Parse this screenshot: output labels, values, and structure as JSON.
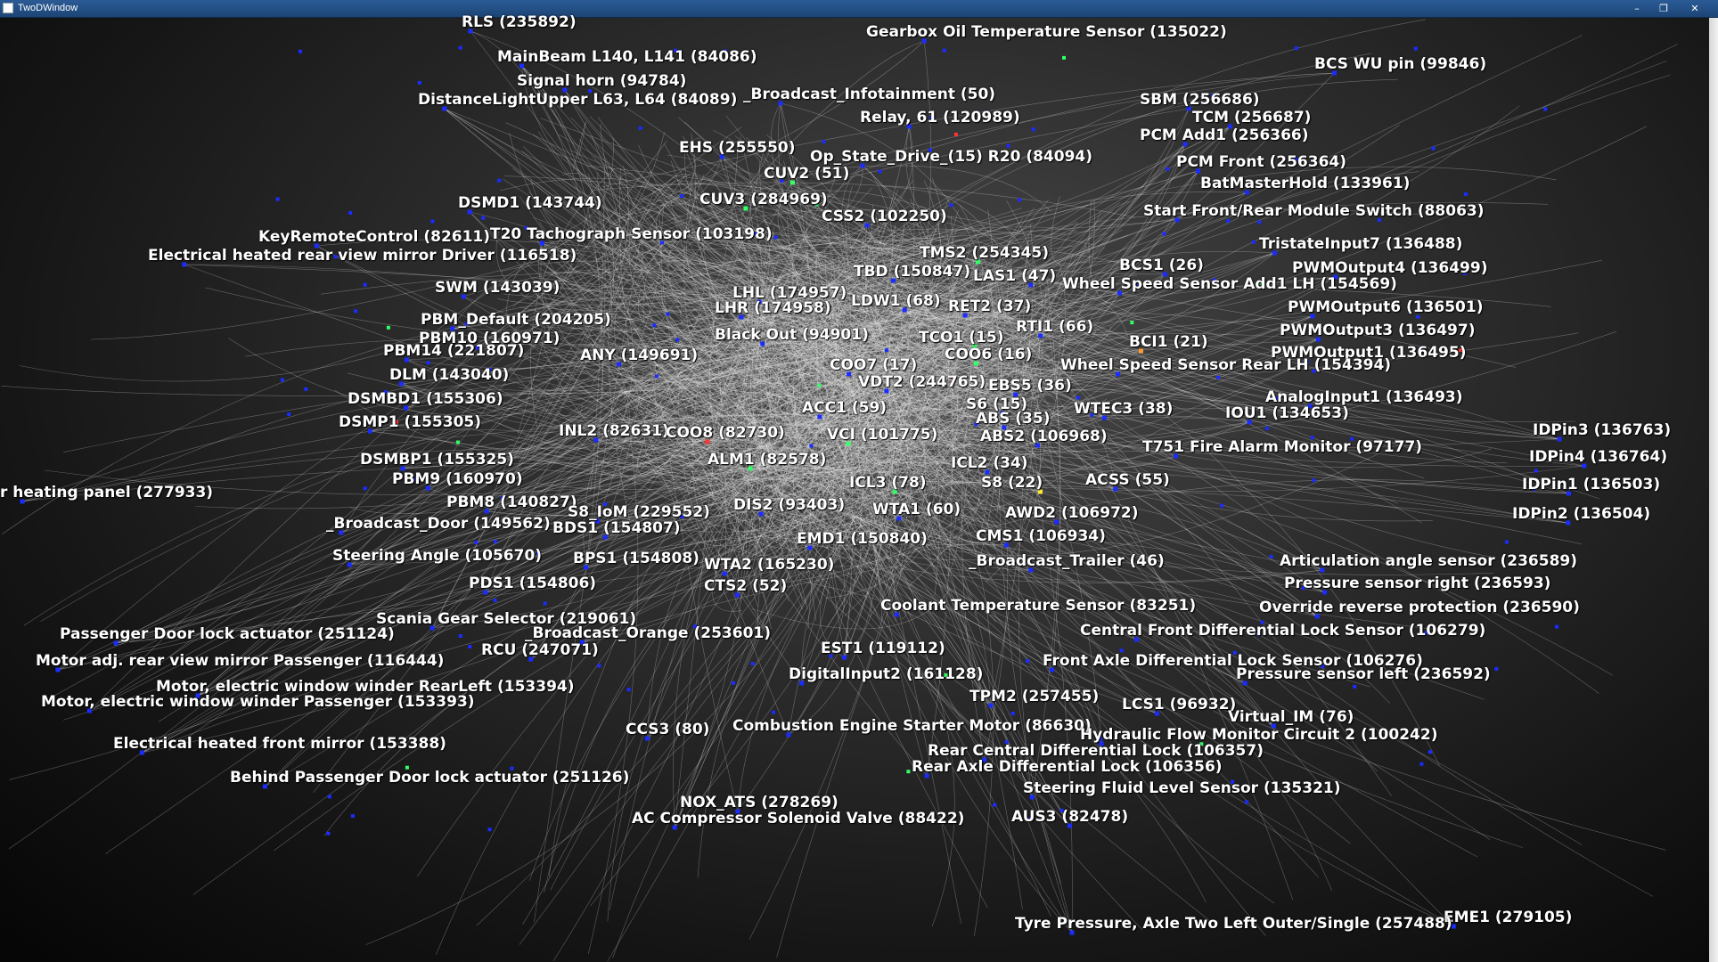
{
  "window": {
    "title": "TwoDWindow",
    "buttons": {
      "minimize": "–",
      "maximize": "❐",
      "close": "✕"
    }
  },
  "graph": {
    "colors": {
      "edge": "#e8e8e8",
      "node": "#1a2cff",
      "node_green": "#33ff66",
      "node_red": "#ff3333",
      "node_yellow": "#ffee33",
      "label": "#ffffff"
    },
    "nodes": [
      "RLS (235892)",
      "Gearbox Oil Temperature Sensor (135022)",
      "MainBeam L140, L141 (84086)",
      "BCS WU pin (99846)",
      "Signal horn (94784)",
      "_Broadcast_Infotainment (50)",
      "DistanceLightUpper L63, L64 (84089)",
      "SBM (256686)",
      "Relay, 61 (120989)",
      "TCM (256687)",
      "PCM Add1 (256366)",
      "EHS (255550)",
      "Op_State_Drive_(15) R20 (84094)",
      "PCM Front (256364)",
      "CUV2 (51)",
      "BatMasterHold (133961)",
      "CUV3 (284969)",
      "DSMD1 (143744)",
      "CSS2 (102250)",
      "Start Front/Rear Module Switch (88063)",
      "KeyRemoteControl (82611)",
      "T20 Tachograph Sensor (103198)",
      "TristateInput7 (136488)",
      "Electrical heated rear view mirror Driver (116518)",
      "TMS2 (254345)",
      "BCS1 (26)",
      "PWMOutput4 (136499)",
      "TBD (150847)",
      "LAS1 (47)",
      "Wheel Speed Sensor Add1 LH (154569)",
      "SWM (143039)",
      "LHL (174957)",
      "LDW1 (68)",
      "LHR (174958)",
      "RET2 (37)",
      "PWMOutput6 (136501)",
      "PBM_Default (204205)",
      "RTI1 (66)",
      "PBM10 (160971)",
      "PWMOutput3 (136497)",
      "Black Out (94901)",
      "TCO1 (15)",
      "BCI1 (21)",
      "PBM14 (221807)",
      "ANY (149691)",
      "PWMOutput1 (136495)",
      "COO6 (16)",
      "COO7 (17)",
      "Wheel Speed Sensor Rear LH (154394)",
      "DLM (143040)",
      "VDT2 (244765)",
      "EBS5 (36)",
      "AnalogInput1 (136493)",
      "DSMBD1 (155306)",
      "S6 (15)",
      "ACC1 (59)",
      "WTEC3 (38)",
      "IOU1 (134653)",
      "ABS (35)",
      "DSMP1 (155305)",
      "IDPin3 (136763)",
      "INL2 (82631)",
      "COO8 (82730)",
      "VCI (101775)",
      "ABS2 (106968)",
      "T751 Fire Alarm Monitor (97177)",
      "IDPin4 (136764)",
      "DSMBP1 (155325)",
      "ALM1 (82578)",
      "ICL2 (34)",
      "PBM9 (160970)",
      "ICL3 (78)",
      "S8 (22)",
      "ACSS (55)",
      "IDPin1 (136503)",
      "r heating panel (277933)",
      "PBM8 (140827)",
      "DIS2 (93403)",
      "WTA1 (60)",
      "S8_IoM (229552)",
      "AWD2 (106972)",
      "IDPin2 (136504)",
      "_Broadcast_Door (149562)",
      "BDS1 (154807)",
      "EMD1 (150840)",
      "CMS1 (106934)",
      "Steering Angle (105670)",
      "BPS1 (154808)",
      "_Broadcast_Trailer (46)",
      "WTA2 (165230)",
      "Articulation angle sensor (236589)",
      "PDS1 (154806)",
      "CTS2 (52)",
      "Pressure sensor right (236593)",
      "Coolant Temperature Sensor (83251)",
      "Override reverse protection (236590)",
      "Scania Gear Selector (219061)",
      "Central Front Differential Lock Sensor (106279)",
      "Passenger Door lock actuator (251124)",
      "_Broadcast_Orange (253601)",
      "RCU (247071)",
      "EST1 (119112)",
      "Front Axle Differential Lock Sensor (106276)",
      "Motor adj. rear view mirror Passenger (116444)",
      "DigitalInput2 (161128)",
      "Pressure sensor left (236592)",
      "Motor, electric window winder RearLeft (153394)",
      "TPM2 (257455)",
      "Motor, electric window winder Passenger (153393)",
      "LCS1 (96932)",
      "Virtual_IM (76)",
      "CCS3 (80)",
      "Combustion Engine Starter Motor (86630)",
      "Hydraulic Flow Monitor Circuit 2 (100242)",
      "Electrical heated front mirror (153388)",
      "Rear Central Differential Lock (106357)",
      "Rear Axle Differential Lock (106356)",
      "Behind Passenger Door lock actuator (251126)",
      "Steering Fluid Level Sensor (135321)",
      "NOX_ATS (278269)",
      "AC Compressor Solenoid Valve (88422)",
      "AUS3 (82478)",
      "EME1 (279105)",
      "Tyre Pressure, Axle Two Left Outer/Single (257488)"
    ]
  }
}
